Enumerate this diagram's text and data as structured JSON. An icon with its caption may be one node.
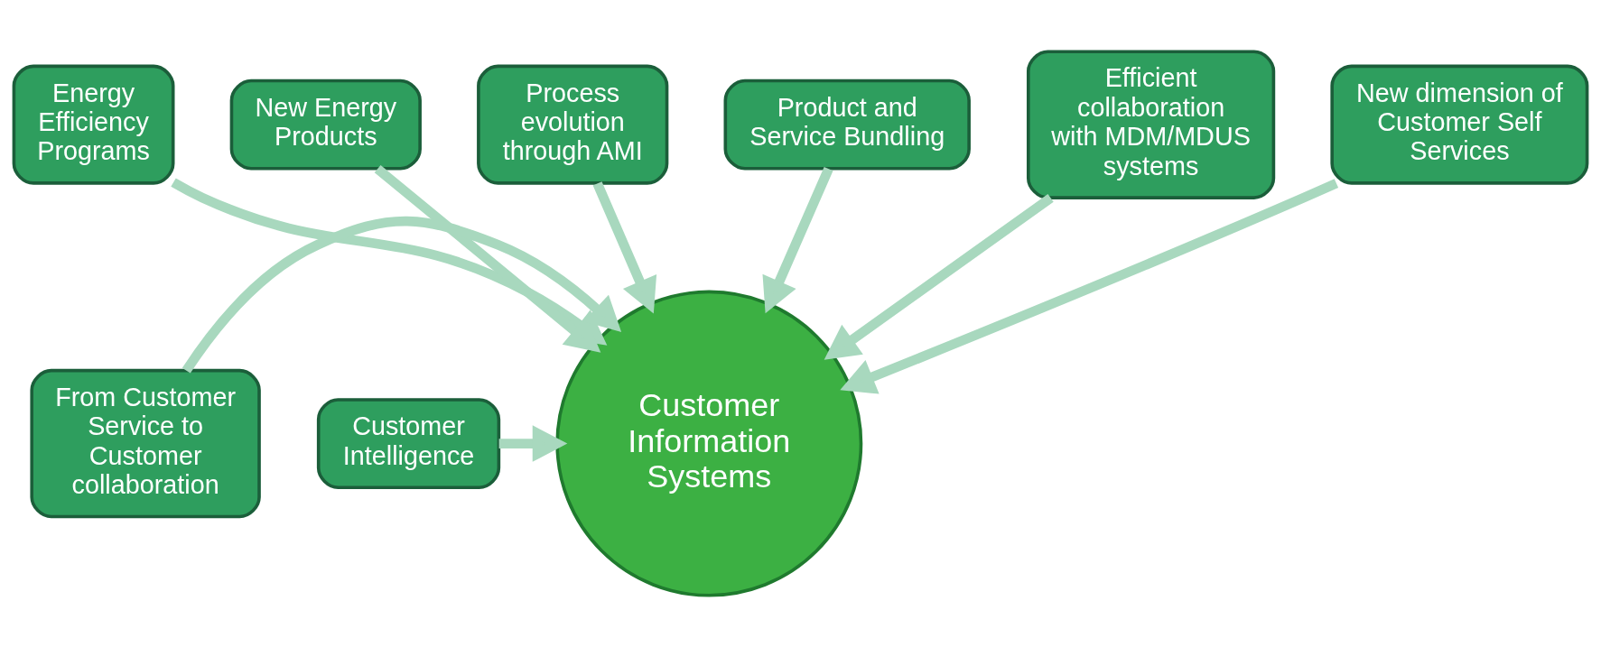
{
  "diagram": {
    "nodes": [
      {
        "text": [
          "Energy Efficiency Programs"
        ]
      },
      {
        "text": [
          "New Energy Products"
        ]
      },
      {
        "text": [
          "Process evolution through AMI"
        ]
      },
      {
        "text": [
          "Product and Service Bundling"
        ]
      },
      {
        "text": [
          "Efficient collaboration with MDM/MDUS systems"
        ]
      },
      {
        "text": [
          "New dimension of Customer Self Services"
        ]
      },
      {
        "text": [
          "Customer Information Systems"
        ]
      },
      {
        "text": [
          "From Customer Service to Customer collaboration"
        ]
      },
      {
        "text": [
          "Customer Intelligence"
        ]
      }
    ],
    "edges": [
      {
        "from": 0,
        "to": 6,
        "arrow": "to"
      },
      {
        "from": 1,
        "to": 6,
        "arrow": "to"
      },
      {
        "from": 2,
        "to": 6,
        "arrow": "to"
      },
      {
        "from": 3,
        "to": 6,
        "arrow": "to"
      },
      {
        "from": 4,
        "to": 6,
        "arrow": "to"
      },
      {
        "from": 5,
        "to": 6,
        "arrow": "to"
      },
      {
        "from": 7,
        "to": 6,
        "arrow": "to"
      },
      {
        "from": 8,
        "to": 6,
        "arrow": "to"
      }
    ]
  }
}
